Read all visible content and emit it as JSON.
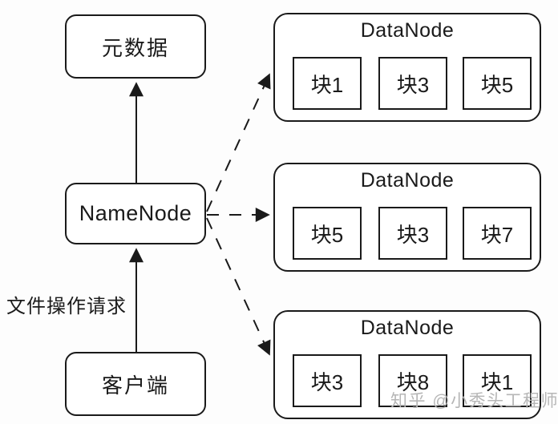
{
  "diagram": {
    "nodes": {
      "metadata": {
        "label": "元数据"
      },
      "namenode": {
        "label": "NameNode"
      },
      "client": {
        "label": "客户端"
      }
    },
    "edge_label": "文件操作请求",
    "datanodes": [
      {
        "title": "DataNode",
        "blocks": [
          "块1",
          "块3",
          "块5"
        ]
      },
      {
        "title": "DataNode",
        "blocks": [
          "块5",
          "块3",
          "块7"
        ]
      },
      {
        "title": "DataNode",
        "blocks": [
          "块3",
          "块8",
          "块1"
        ]
      }
    ],
    "watermark": "知乎 @小秀头工程师",
    "colors": {
      "line": "#1a1a1a",
      "background": "#fdfdfd",
      "watermark": "#b6b6b6"
    }
  }
}
